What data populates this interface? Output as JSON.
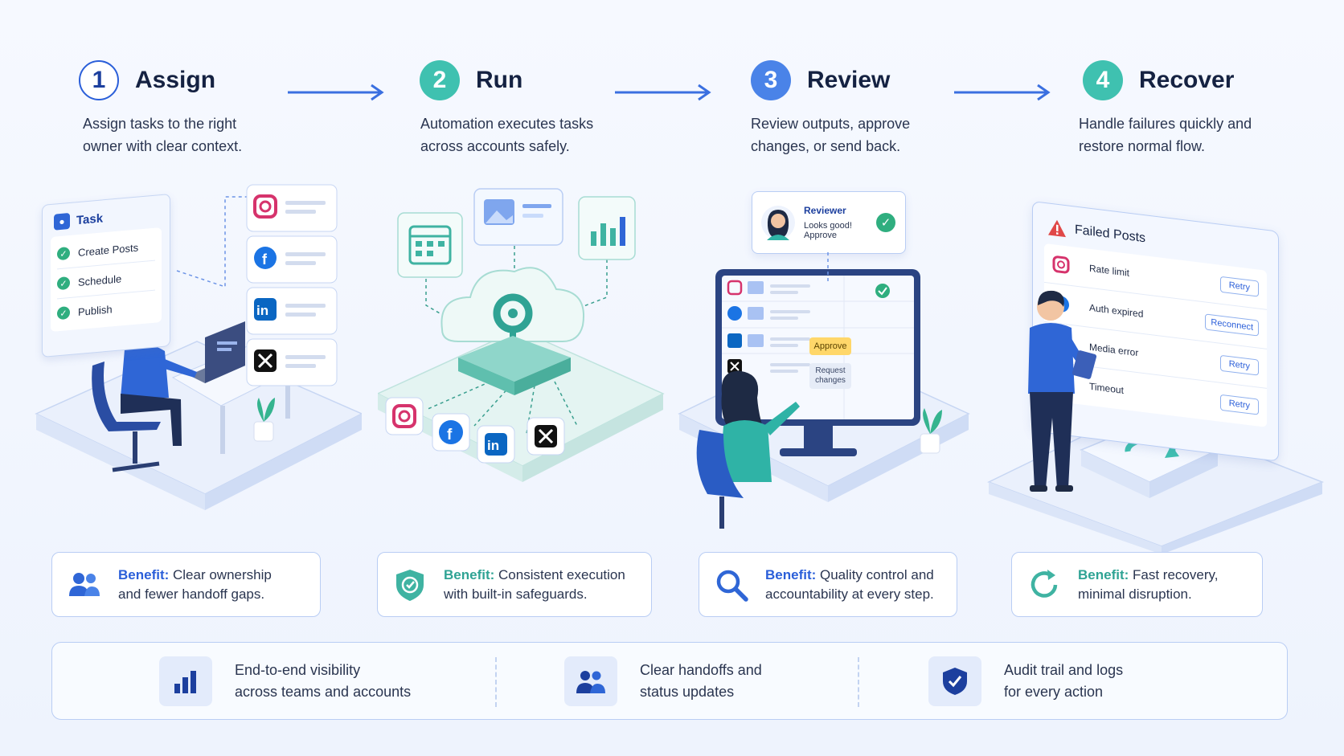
{
  "steps": [
    {
      "number": "1",
      "title": "Assign",
      "desc_l1": "Assign tasks to the right",
      "desc_l2": "owner with clear context."
    },
    {
      "number": "2",
      "title": "Run",
      "desc_l1": "Automation executes tasks",
      "desc_l2": "across accounts safely."
    },
    {
      "number": "3",
      "title": "Review",
      "desc_l1": "Review outputs, approve",
      "desc_l2": "changes, or send back."
    },
    {
      "number": "4",
      "title": "Recover",
      "desc_l1": "Handle failures quickly and",
      "desc_l2": "restore normal flow."
    }
  ],
  "assign_panel": {
    "title": "Task",
    "items": [
      "Create Posts",
      "Schedule",
      "Publish"
    ]
  },
  "review_panel": {
    "reviewer": "Reviewer",
    "comment_l1": "Looks good!",
    "comment_l2": "Approve",
    "approve": "Approve",
    "request_l1": "Request",
    "request_l2": "changes"
  },
  "recover_panel": {
    "title": "Failed Posts",
    "rows": [
      {
        "reason": "Rate limit",
        "action": "Retry"
      },
      {
        "reason": "Auth expired",
        "action": "Reconnect"
      },
      {
        "reason": "Media error",
        "action": "Retry"
      },
      {
        "reason": "Timeout",
        "action": "Retry"
      }
    ]
  },
  "benefits": [
    {
      "label": "Benefit:",
      "l1": " Clear ownership",
      "l2": "and fewer handoff gaps."
    },
    {
      "label": "Benefit:",
      "l1": " Consistent execution",
      "l2": "with built-in safeguards."
    },
    {
      "label": "Benefit:",
      "l1": " Quality control and",
      "l2": "accountability at every step."
    },
    {
      "label": "Benefit:",
      "l1": " Fast recovery,",
      "l2": "minimal disruption."
    }
  ],
  "features": [
    {
      "l1": "End-to-end visibility",
      "l2": "across teams and accounts"
    },
    {
      "l1": "Clear handoffs and",
      "l2": "status updates"
    },
    {
      "l1": "Audit trail and logs",
      "l2": "for every action"
    }
  ],
  "colors": {
    "accent": "#2b5fd9",
    "teal": "#3fc1b0",
    "blue": "#4a83e8",
    "benefit_label": "#2b5fd9"
  }
}
